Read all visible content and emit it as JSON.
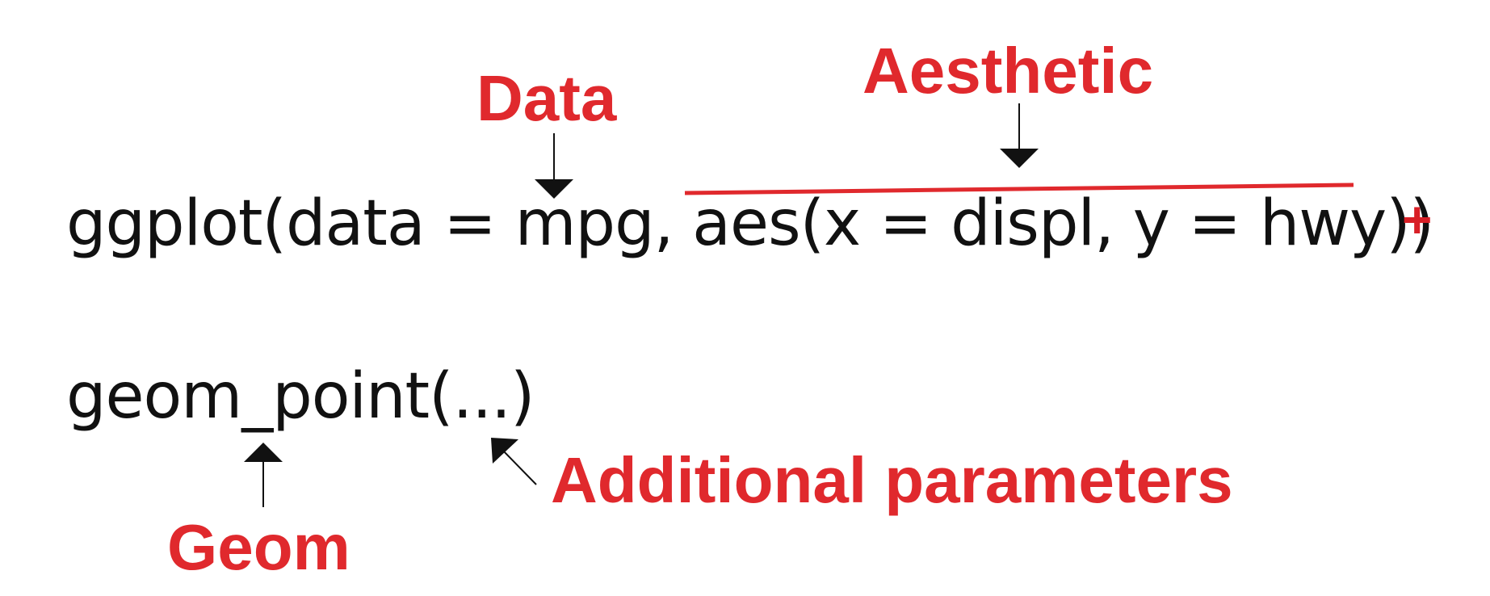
{
  "code": {
    "line1": "ggplot(data = mpg, aes(x = displ, y = hwy))",
    "plus": "+",
    "line2": "geom_point(...)"
  },
  "labels": {
    "data": "Data",
    "aesthetic": "Aesthetic",
    "geom": "Geom",
    "additional": "Additional parameters"
  },
  "colors": {
    "label": "#e0292d",
    "code": "#111111",
    "arrow": "#111111"
  }
}
